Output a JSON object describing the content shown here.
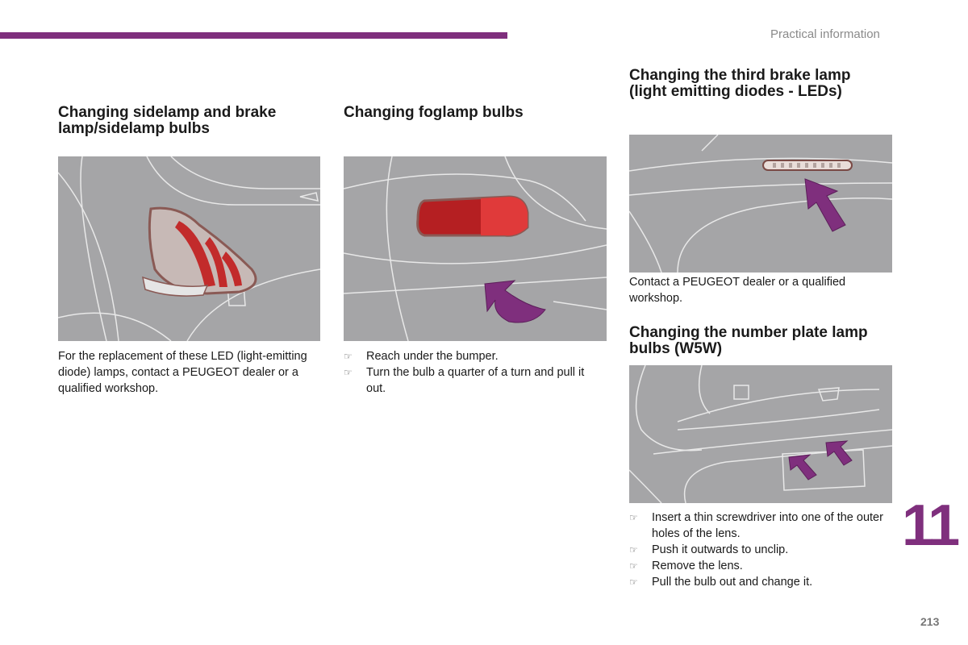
{
  "header": {
    "section_label": "Practical information",
    "accent_color": "#7f2f7d"
  },
  "col1": {
    "title": "Changing sidelamp and brake lamp/sidelamp bulbs",
    "text": "For the replacement of these LED (light-emitting diode) lamps, contact a PEUGEOT dealer or a qualified workshop."
  },
  "col2": {
    "title": "Changing foglamp bulbs",
    "steps": [
      "Reach under the bumper.",
      "Turn the bulb a quarter of a turn and pull it out."
    ]
  },
  "col3": {
    "third_brake": {
      "title": "Changing the third brake lamp (light emitting diodes - LEDs)",
      "text": "Contact a PEUGEOT dealer or a qualified workshop."
    },
    "number_plate": {
      "title": "Changing the number plate lamp bulbs (W5W)",
      "steps": [
        "Insert a thin screwdriver into one of the outer holes of the lens.",
        "Push it outwards to unclip.",
        "Remove the lens.",
        "Pull the bulb out and change it."
      ]
    }
  },
  "bullet_glyph": "☞",
  "chapter_number": "11",
  "page_number": "213"
}
